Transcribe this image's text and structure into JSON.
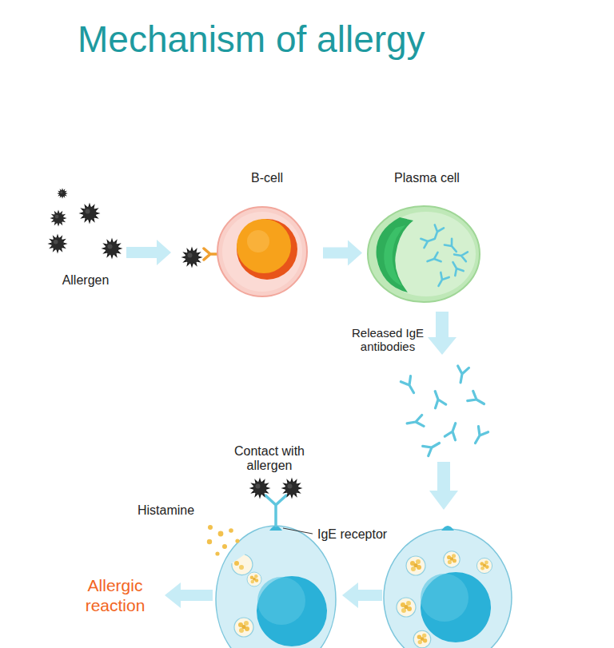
{
  "diagram": {
    "title": "Mechanism of allergy",
    "nodes": [
      {
        "text": [
          "B-cell"
        ]
      },
      {
        "text": [
          "Plasma cell"
        ]
      }
    ],
    "edges": [
      {
        "from": 0,
        "to": 1,
        "arrow": "to"
      }
    ],
    "labels": [
      "Allergen",
      "Released IgE antibodies",
      "Contact with allergen",
      "Histamine",
      "IgE receptor",
      "Allergic reaction"
    ]
  }
}
